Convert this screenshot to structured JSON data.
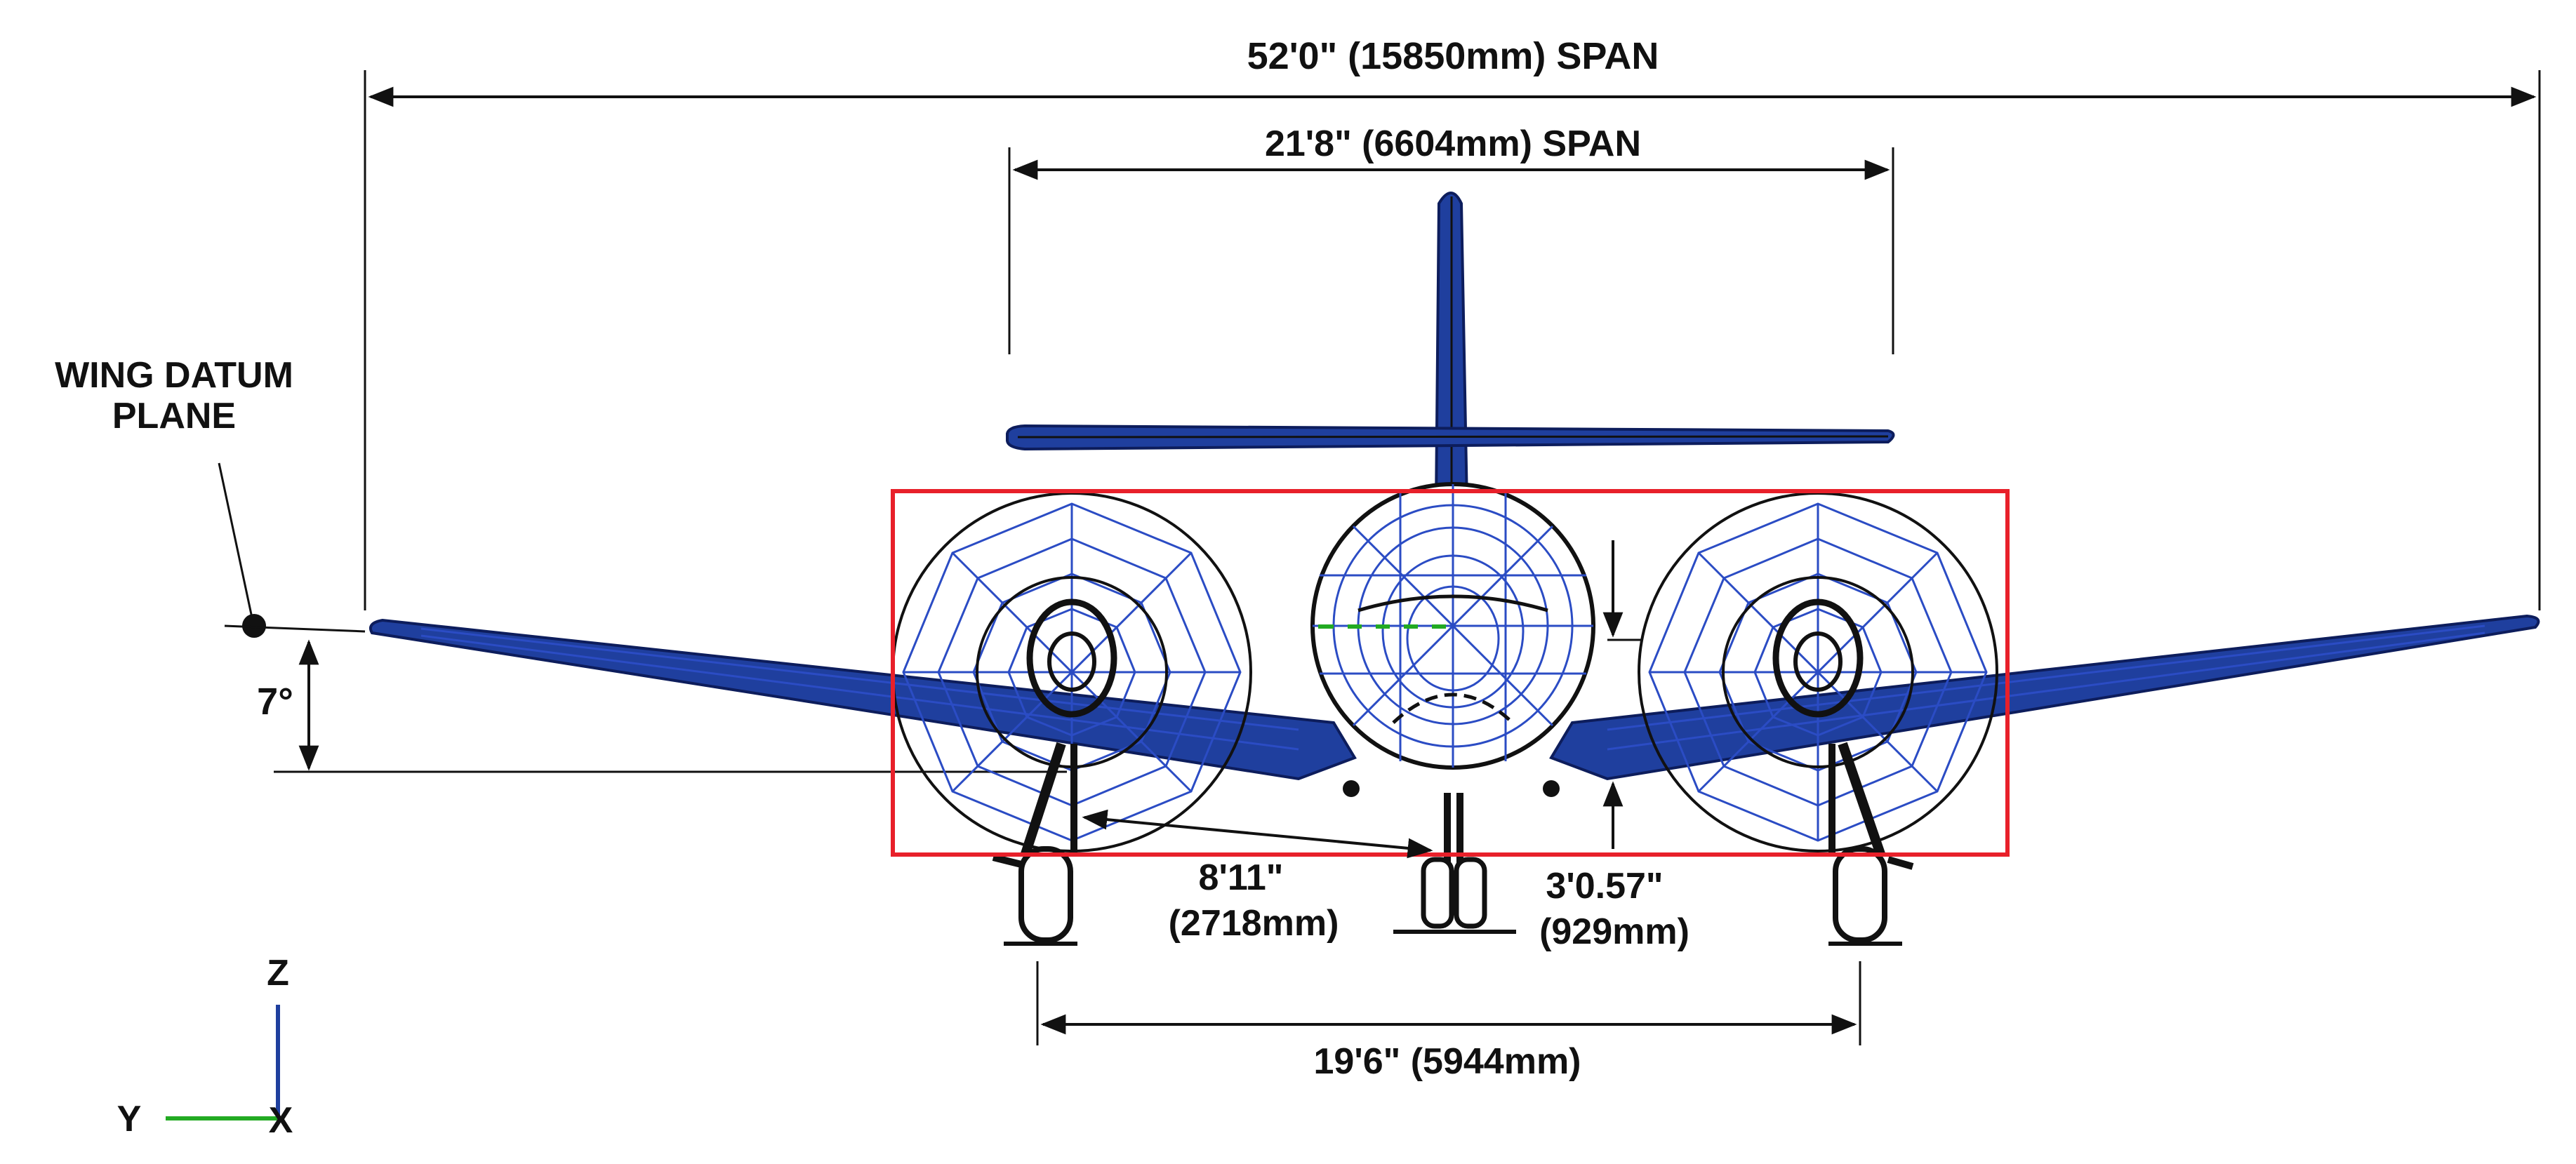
{
  "labels": {
    "span_overall": "52'0\" (15850mm) SPAN",
    "span_tail": "21'8\" (6604mm) SPAN",
    "wing_datum_line1": "WING DATUM",
    "wing_datum_line2": "PLANE",
    "dihedral": "7°",
    "dim_prop_line1": "8'11\"",
    "dim_prop_line2": "(2718mm)",
    "dim_clear_line1": "3'0.57\"",
    "dim_clear_line2": "(929mm)",
    "track": "19'6\" (5944mm)"
  },
  "axes": {
    "z": "Z",
    "y": "Y",
    "x": "X"
  },
  "colors": {
    "aircraft": "#1f3f9e",
    "mesh": "#2b4cc4",
    "highlight_box": "#e8202a",
    "y_axis": "#22aa22",
    "z_axis": "#1f3f9e",
    "lines": "#111111"
  }
}
